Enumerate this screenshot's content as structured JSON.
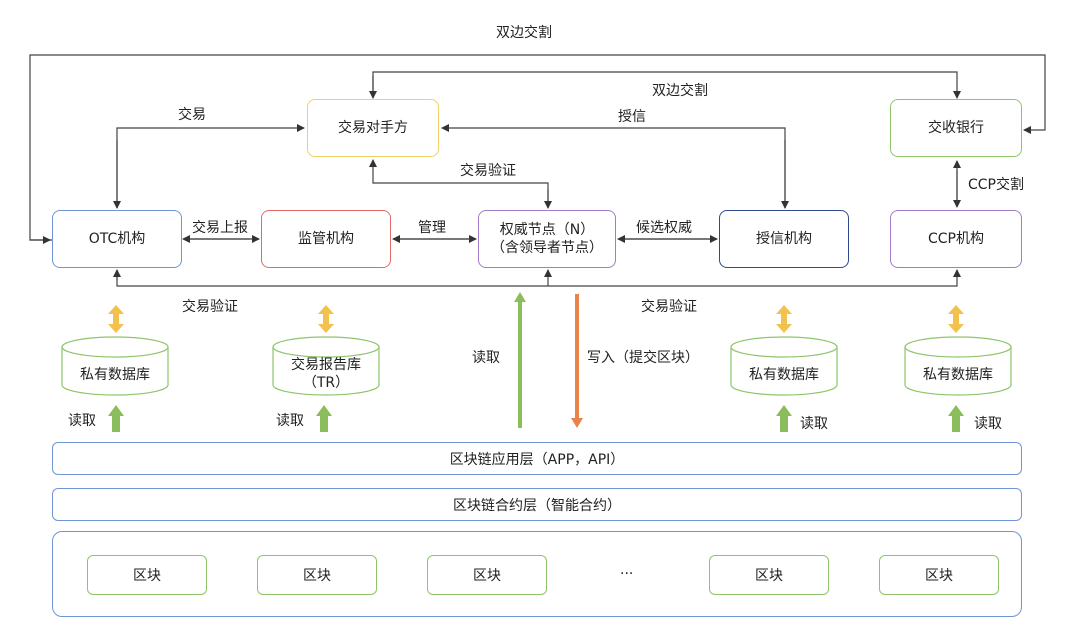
{
  "labels": {
    "bilateral_top": "双边交割",
    "bilateral_inner": "双边交割",
    "trade": "交易",
    "credit": "授信",
    "trade_verify_top": "交易验证",
    "ccp_settle": "CCP交割",
    "trade_report": "交易上报",
    "manage": "管理",
    "candidate": "候选权威",
    "trade_verify_left": "交易验证",
    "trade_verify_right": "交易验证",
    "read_center": "读取",
    "write_center": "写入（提交区块）",
    "read1": "读取",
    "read2": "读取",
    "read3": "读取",
    "read4": "读取",
    "ellipsis": "···"
  },
  "nodes": {
    "counterparty": "交易对手方",
    "clearing_bank": "交收银行",
    "otc": "OTC机构",
    "regulator": "监管机构",
    "authority": "权威节点（N）\n（含领导者节点）",
    "credit_org": "授信机构",
    "ccp": "CCP机构"
  },
  "databases": {
    "db1": "私有数据库",
    "tr": "交易报告库\n（TR）",
    "db3": "私有数据库",
    "db4": "私有数据库"
  },
  "layers": {
    "app": "区块链应用层（APP，API）",
    "contract": "区块链合约层（智能合约）"
  },
  "blocks": [
    "区块",
    "区块",
    "区块",
    "区块",
    "区块"
  ],
  "colors": {
    "counterparty": "#f2cf68",
    "clearing_bank": "#8fc46a",
    "otc": "#6f95d8",
    "regulator": "#e06a6a",
    "authority": "#a07cc9",
    "credit_org": "#2f4a8a",
    "ccp": "#a07cc9",
    "green_arrow": "#8cbd5c",
    "orange_arrow": "#e8834a",
    "yellow_arrow": "#f2c14e"
  }
}
